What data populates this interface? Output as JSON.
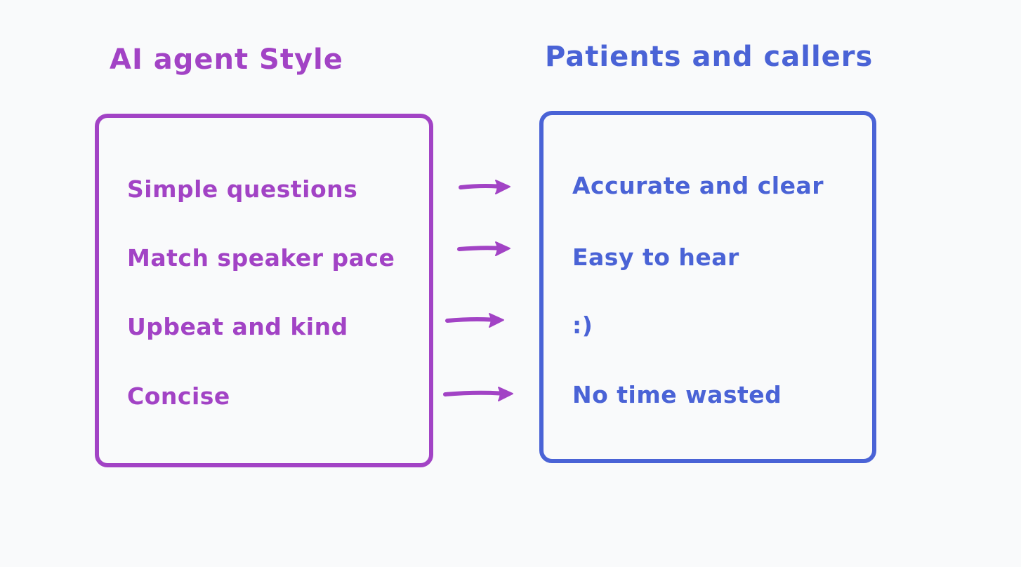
{
  "colors": {
    "background": "#F9FAFB",
    "purple": "#A243C5",
    "blue": "#4A63D6"
  },
  "diagram": {
    "left_box": {
      "title": "AI agent Style",
      "items": [
        "Simple questions",
        "Match speaker pace",
        "Upbeat and kind",
        "Concise"
      ]
    },
    "right_box": {
      "title": "Patients and callers",
      "items": [
        "Accurate and clear",
        "Easy to hear",
        ":)",
        "No time wasted"
      ]
    },
    "connections": [
      {
        "from": "Simple questions",
        "to": "Accurate and clear"
      },
      {
        "from": "Match speaker pace",
        "to": "Easy to hear"
      },
      {
        "from": "Upbeat and kind",
        "to": ":)"
      },
      {
        "from": "Concise",
        "to": "No time wasted"
      }
    ],
    "arrow_icon": "arrow-right-icon",
    "arrow_count": 4
  }
}
